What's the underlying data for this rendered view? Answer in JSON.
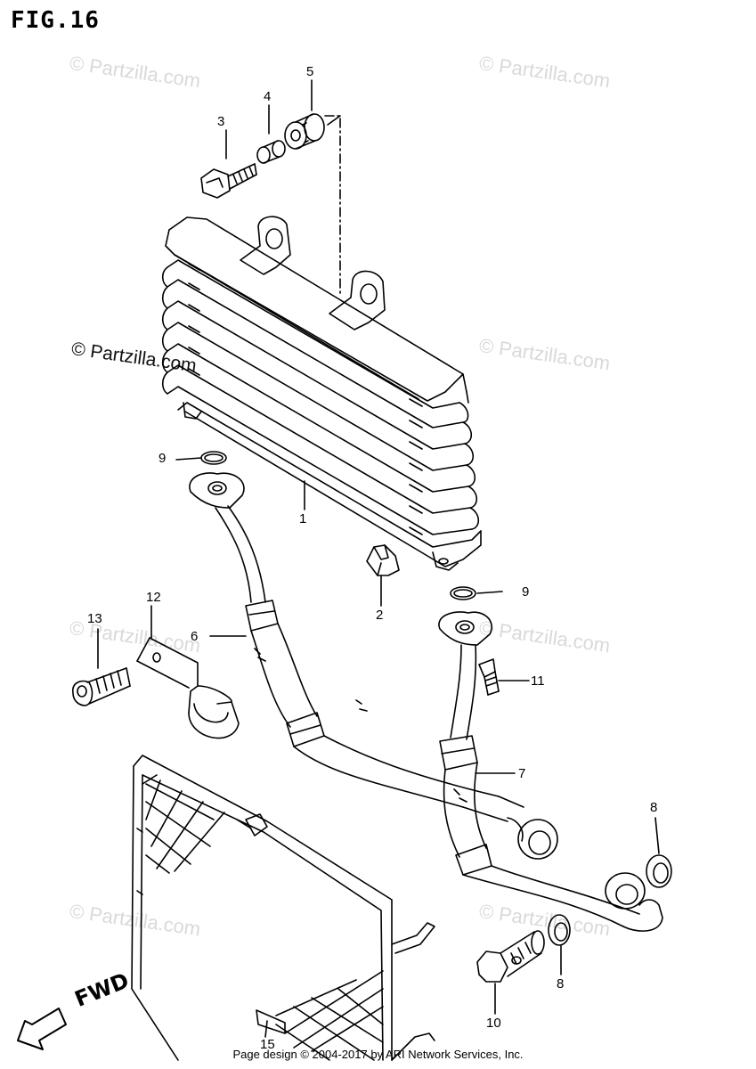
{
  "figure": {
    "title": "FIG.16"
  },
  "watermarks": {
    "light": "© Partzilla.com",
    "dark": "© Partzilla.com"
  },
  "callouts": [
    "1",
    "2",
    "3",
    "4",
    "5",
    "6",
    "7",
    "8",
    "8",
    "9",
    "9",
    "10",
    "11",
    "12",
    "13",
    "15"
  ],
  "fwd_label": "FWD",
  "footer": "Page design © 2004-2017 by ARI Network Services, Inc."
}
